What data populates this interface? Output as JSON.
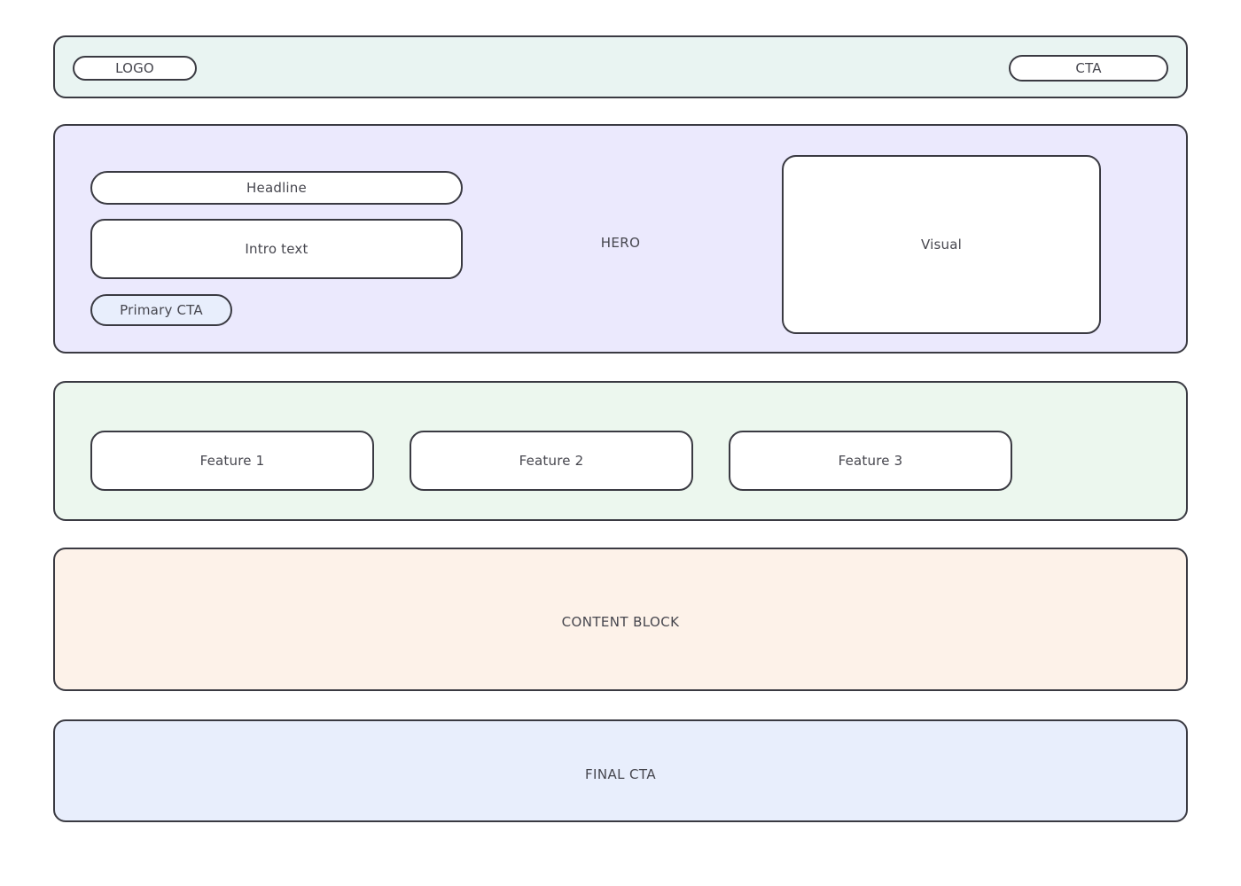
{
  "page": {
    "kind": "landing-page-wireframe",
    "background": "#ffffff",
    "stroke_color": "#3a3a42",
    "text_color": "#46464e"
  },
  "header": {
    "background": "#e9f4f2",
    "logo_label": "LOGO",
    "cta_label": "CTA"
  },
  "hero": {
    "background": "#ebe9fd",
    "section_label": "HERO",
    "headline_label": "Headline",
    "intro_label": "Intro text",
    "primary_cta_label": "Primary CTA",
    "primary_cta_fill": "#e8eefc",
    "visual_label": "Visual"
  },
  "features": {
    "background": "#ecf7ee",
    "cards": [
      {
        "label": "Feature 1"
      },
      {
        "label": "Feature 2"
      },
      {
        "label": "Feature 3"
      }
    ]
  },
  "content_block": {
    "background": "#fdf2e9",
    "label": "CONTENT BLOCK"
  },
  "final_cta": {
    "background": "#e8eefc",
    "label": "FINAL CTA"
  }
}
